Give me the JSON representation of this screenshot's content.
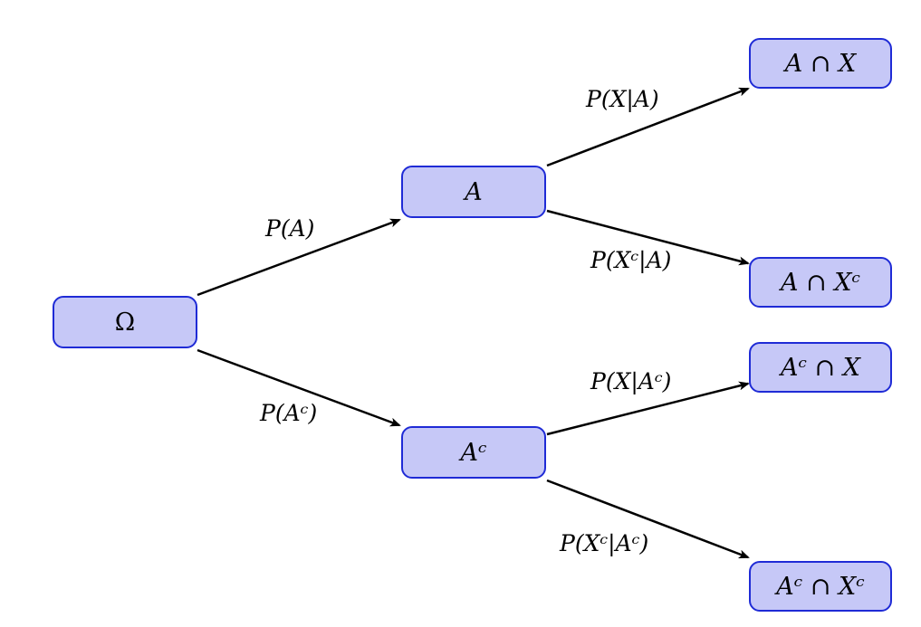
{
  "nodes": {
    "omega": "Ω",
    "a": "A",
    "ac": "Aᶜ",
    "a_and_x": "A ∩ X",
    "a_and_xc": "A ∩ Xᶜ",
    "ac_and_x": "Aᶜ ∩ X",
    "ac_and_xc": "Aᶜ ∩ Xᶜ"
  },
  "edges": {
    "p_a": "P(A)",
    "p_ac": "P(Aᶜ)",
    "p_x_given_a": "P(X|A)",
    "p_xc_given_a": "P(Xᶜ|A)",
    "p_x_given_ac": "P(X|Aᶜ)",
    "p_xc_given_ac": "P(Xᶜ|Aᶜ)"
  },
  "colors": {
    "node_fill": "#c6c8f7",
    "node_border": "#1f2bd6",
    "arrow": "#000000"
  }
}
